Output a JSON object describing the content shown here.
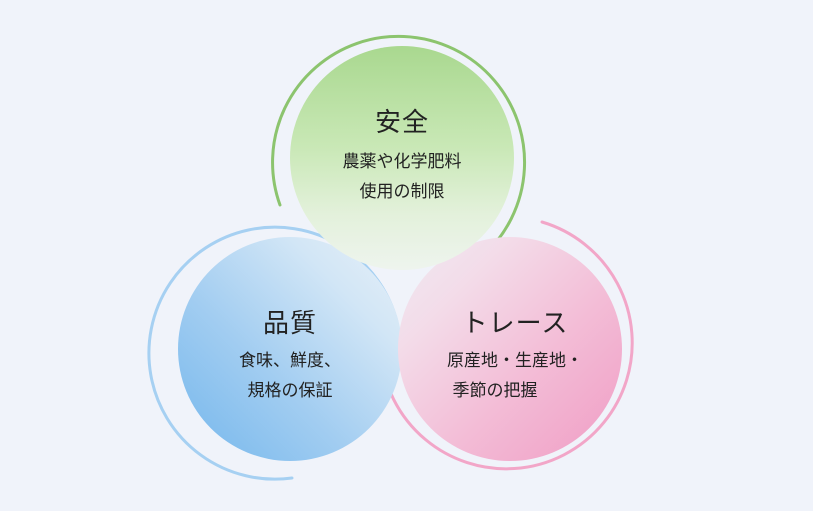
{
  "colors": {
    "background": "#f0f3fa",
    "safety": "#8cc46e",
    "quality": "#8cc4ee",
    "traceability": "#f0a0c4"
  },
  "circles": {
    "safety": {
      "title": "安全",
      "line1": "農薬や化学肥料",
      "line2": "使用の制限"
    },
    "quality": {
      "title": "品質",
      "line1": "食味、鮮度、",
      "line2": "規格の保証"
    },
    "traceability": {
      "title": "トレース",
      "line1": "原産地・生産地・",
      "line2": "季節の把握"
    }
  }
}
